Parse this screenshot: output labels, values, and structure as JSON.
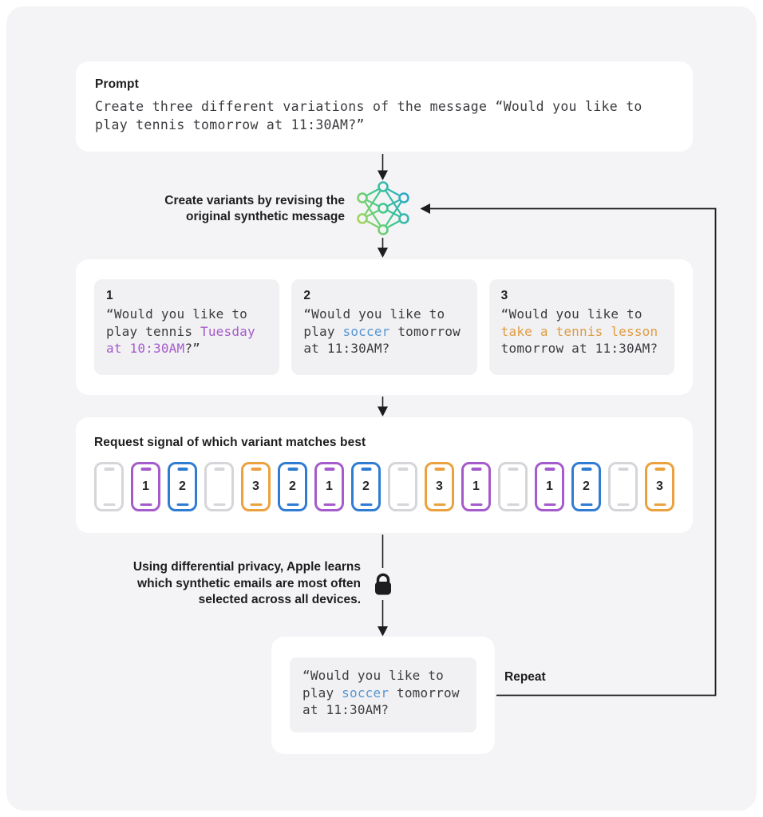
{
  "colors": {
    "page_bg": "#ffffff",
    "board_bg": "#f4f4f6",
    "card_bg": "#ffffff",
    "box_bg": "#f1f1f3",
    "heading_text": "#1d1d1f",
    "mono_text": "#3c3c40",
    "line": "#1d1d1f",
    "purple": "#a55bcb",
    "blue": "#5796d3",
    "orange": "#df9c42",
    "phone_gray": "#d5d5da",
    "phone_purple": "#a55bcb",
    "phone_blue": "#2f7cd3",
    "phone_orange": "#eba23e",
    "nn_gradient_start": "#b6d94b",
    "nn_gradient_mid": "#3fc98c",
    "nn_gradient_end": "#2aa2d6"
  },
  "prompt_card": {
    "title": "Prompt",
    "body": "Create three different variations of the message “Would you like to\nplay tennis tomorrow at 11:30AM?”"
  },
  "nn_step": {
    "label": "Create variants by revising the\noriginal synthetic message",
    "icon": "neural-network"
  },
  "variants": [
    {
      "number": "1",
      "segments": [
        {
          "text": "“Would you like to\nplay tennis ",
          "color": "dark"
        },
        {
          "text": "Tuesday\nat 10:30AM",
          "color": "purple"
        },
        {
          "text": "?”",
          "color": "dark"
        }
      ]
    },
    {
      "number": "2",
      "segments": [
        {
          "text": "“Would you like to\nplay ",
          "color": "dark"
        },
        {
          "text": "soccer",
          "color": "blue"
        },
        {
          "text": " tomorrow\nat 11:30AM?",
          "color": "dark"
        }
      ]
    },
    {
      "number": "3",
      "segments": [
        {
          "text": "“Would you like to\n",
          "color": "dark"
        },
        {
          "text": "take a tennis lesson",
          "color": "orange"
        },
        {
          "text": "\ntomorrow at 11:30AM?",
          "color": "dark"
        }
      ]
    }
  ],
  "request_card": {
    "title": "Request signal of which variant matches best",
    "phones": [
      {
        "label": "",
        "color": "gray"
      },
      {
        "label": "1",
        "color": "purple"
      },
      {
        "label": "2",
        "color": "blue"
      },
      {
        "label": "",
        "color": "gray"
      },
      {
        "label": "3",
        "color": "orange"
      },
      {
        "label": "2",
        "color": "blue"
      },
      {
        "label": "1",
        "color": "purple"
      },
      {
        "label": "2",
        "color": "blue"
      },
      {
        "label": "",
        "color": "gray"
      },
      {
        "label": "3",
        "color": "orange"
      },
      {
        "label": "1",
        "color": "purple"
      },
      {
        "label": "",
        "color": "gray"
      },
      {
        "label": "1",
        "color": "purple"
      },
      {
        "label": "2",
        "color": "blue"
      },
      {
        "label": "",
        "color": "gray"
      },
      {
        "label": "3",
        "color": "orange"
      }
    ]
  },
  "privacy_step": {
    "label": "Using differential privacy, Apple learns\nwhich synthetic emails are most often\nselected across all devices.",
    "icon": "lock"
  },
  "result_card": {
    "segments": [
      {
        "text": "“Would you like to\nplay ",
        "color": "dark"
      },
      {
        "text": "soccer",
        "color": "blue"
      },
      {
        "text": " tomorrow\nat 11:30AM?",
        "color": "dark"
      }
    ]
  },
  "repeat_label": "Repeat"
}
